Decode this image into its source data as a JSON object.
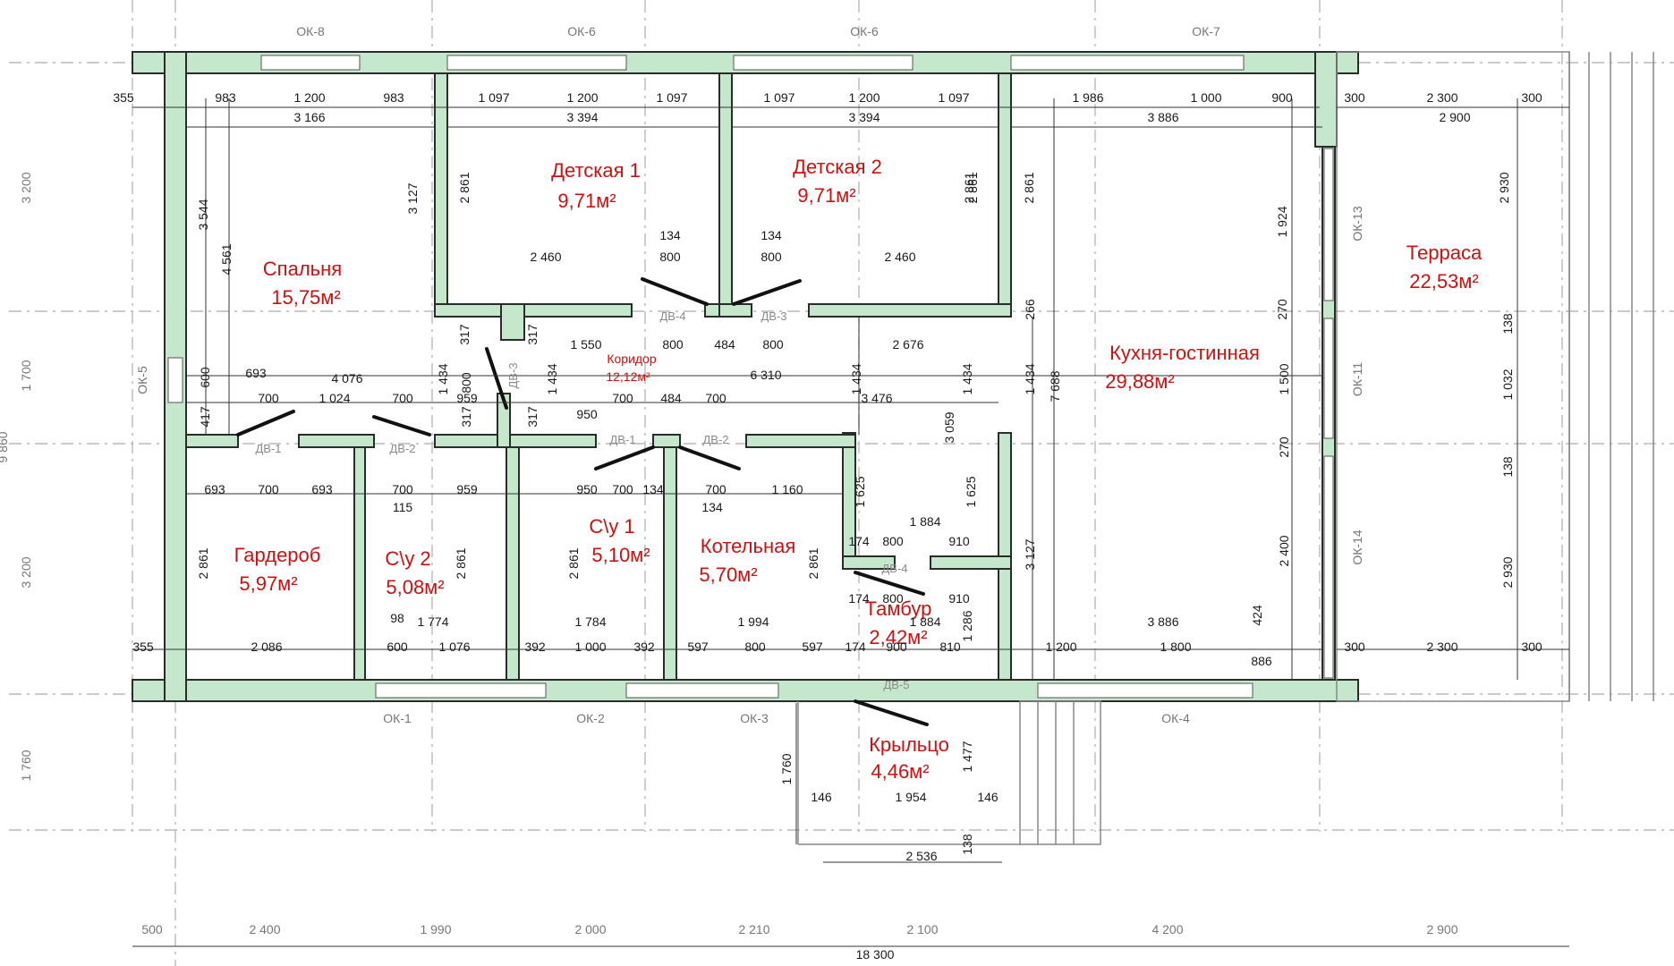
{
  "rooms": [
    {
      "id": "spalnya",
      "name": "Спальня",
      "area": "15,75м²"
    },
    {
      "id": "detskaya1",
      "name": "Детская 1",
      "area": "9,71м²"
    },
    {
      "id": "detskaya2",
      "name": "Детская 2",
      "area": "9,71м²"
    },
    {
      "id": "kuhnya",
      "name": "Кухня-гостинная",
      "area": "29,88м²"
    },
    {
      "id": "terrasa",
      "name": "Терраса",
      "area": "22,53м²"
    },
    {
      "id": "koridor",
      "name": "Коридор",
      "area": "12,12м²"
    },
    {
      "id": "garderob",
      "name": "Гардероб",
      "area": "5,97м²"
    },
    {
      "id": "su2",
      "name": "С\\у 2",
      "area": "5,08м²"
    },
    {
      "id": "su1",
      "name": "С\\у 1",
      "area": "5,10м²"
    },
    {
      "id": "kotelnaya",
      "name": "Котельная",
      "area": "5,70м²"
    },
    {
      "id": "tambur",
      "name": "Тамбур",
      "area": "2,42м²"
    },
    {
      "id": "kryltso",
      "name": "Крыльцо",
      "area": "4,46м²"
    }
  ],
  "windows": [
    "ОК-8",
    "ОК-6",
    "ОК-6",
    "ОК-7",
    "ОК-5",
    "ОК-13",
    "ОК-11",
    "ОК-14",
    "ОК-1",
    "ОК-2",
    "ОК-3",
    "ОК-4"
  ],
  "doors": [
    "ДВ-1",
    "ДВ-2",
    "ДВ-3",
    "ДВ-4",
    "ДВ-3",
    "ДВ-1",
    "ДВ-2",
    "ДВ-4",
    "ДВ-5"
  ],
  "bottom_dims": [
    "500",
    "2 400",
    "1 990",
    "2 000",
    "2 210",
    "2 100",
    "4 200",
    "2 900"
  ],
  "overall_width": "18 300",
  "left_dims": [
    "3 200",
    "1 700",
    "3 200",
    "1 760",
    "9 860"
  ],
  "dims": [
    "355",
    "983",
    "1 200",
    "983",
    "3 166",
    "1 097",
    "1 200",
    "1 097",
    "3 394",
    "1 097",
    "1 200",
    "1 097",
    "3 394",
    "1 986",
    "1 000",
    "900",
    "3 886",
    "300",
    "2 300",
    "300",
    "2 900",
    "3 544",
    "4 561",
    "3 127",
    "2 861",
    "2 861",
    "2 861",
    "2 861",
    "134",
    "800",
    "134",
    "800",
    "2 460",
    "2 460",
    "1 924",
    "2 930",
    "266",
    "270",
    "138",
    "317",
    "317",
    "1 550",
    "800",
    "484",
    "800",
    "2 676",
    "600",
    "693",
    "4 076",
    "800",
    "1 434",
    "1 434",
    "6 310",
    "1 434",
    "1 434",
    "1 434",
    "7 688",
    "1 500",
    "1 032",
    "417",
    "700",
    "1 024",
    "700",
    "959",
    "317",
    "317",
    "950",
    "700",
    "484",
    "700",
    "3 476",
    "3 059",
    "270",
    "138",
    "693",
    "700",
    "693",
    "700",
    "959",
    "115",
    "950",
    "700",
    "134",
    "700",
    "1 160",
    "134",
    "1 625",
    "1 625",
    "1 884",
    "174",
    "800",
    "910",
    "2 861",
    "2 861",
    "2 861",
    "2 861",
    "3 127",
    "2 400",
    "2 930",
    "98",
    "1 774",
    "1 784",
    "1 994",
    "174",
    "800",
    "910",
    "1 884",
    "1 286",
    "424",
    "3 886",
    "355",
    "2 086",
    "600",
    "1 076",
    "392",
    "1 000",
    "392",
    "597",
    "800",
    "597",
    "174",
    "900",
    "810",
    "1 200",
    "1 800",
    "886",
    "300",
    "2 300",
    "300",
    "1 760",
    "1 477",
    "146",
    "1 954",
    "146",
    "138",
    "2 536"
  ]
}
